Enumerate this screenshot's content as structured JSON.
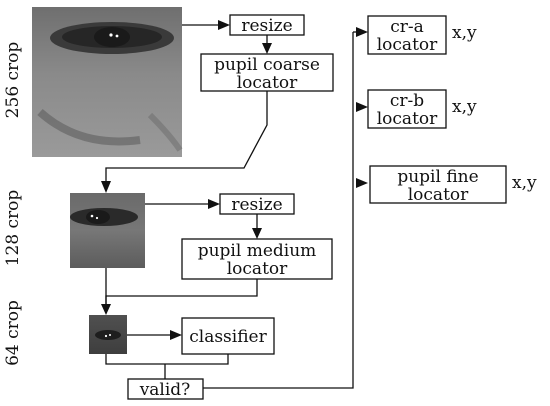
{
  "crops": {
    "c256": "256 crop",
    "c128": "128 crop",
    "c64": "64 crop"
  },
  "boxes": {
    "resize_top": "resize",
    "pupil_coarse_1": "pupil coarse",
    "pupil_coarse_2": "locator",
    "resize_mid": "resize",
    "pupil_medium_1": "pupil medium",
    "pupil_medium_2": "locator",
    "classifier": "classifier",
    "valid": "valid?",
    "cra_1": "cr-a",
    "cra_2": "locator",
    "crb_1": "cr-b",
    "crb_2": "locator",
    "pupil_fine_1": "pupil fine",
    "pupil_fine_2": "locator"
  },
  "outputs": {
    "cra": "x,y",
    "crb": "x,y",
    "pupil_fine": "x,y"
  }
}
